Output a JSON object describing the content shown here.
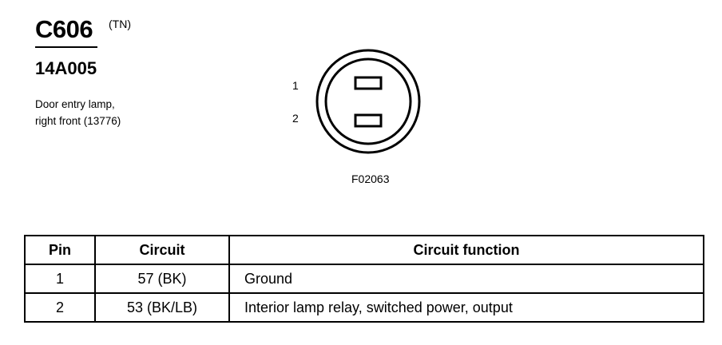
{
  "header": {
    "connector_id": "C606",
    "connector_color": "(TN)",
    "part_number": "14A005",
    "description_lines": [
      "Door entry lamp,",
      "right front (13776)"
    ]
  },
  "diagram": {
    "pin_labels": [
      "1",
      "2"
    ],
    "figure_code": "F02063"
  },
  "table": {
    "headers": [
      "Pin",
      "Circuit",
      "Circuit function"
    ],
    "rows": [
      {
        "pin": "1",
        "circuit": "57 (BK)",
        "function": "Ground"
      },
      {
        "pin": "2",
        "circuit": "53 (BK/LB)",
        "function": "Interior lamp relay, switched power, output"
      }
    ]
  }
}
